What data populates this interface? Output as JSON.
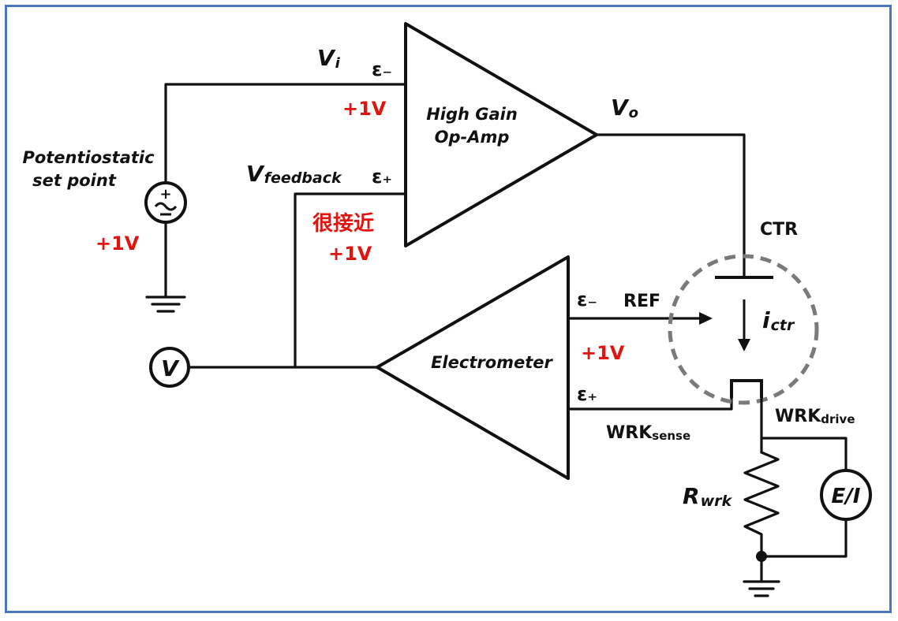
{
  "accent_red": "#e0150f",
  "frame_color": "#4a78c0",
  "opamp": {
    "label_line1": "High Gain",
    "label_line2": "Op-Amp",
    "in_minus": "ε₋",
    "in_plus": "ε₊"
  },
  "electrometer": {
    "label": "Electrometer",
    "in_minus": "ε₋",
    "in_plus": "ε₊"
  },
  "source": {
    "label_line1": "Potentiostatic",
    "label_line2": "set point",
    "symbol_icon": "ac-voltage-source-icon"
  },
  "voltmeter": {
    "label": "V"
  },
  "meter_ei": {
    "label": "E/I"
  },
  "labels": {
    "vi_main": "V",
    "vi_sub": "i",
    "vo_main": "V",
    "vo_sub": "o",
    "vfb_main": "V",
    "vfb_sub": "feedback",
    "ctr": "CTR",
    "ref": "REF",
    "ictr_main": "i",
    "ictr_sub": "ctr",
    "wrk_sense_main": "WRK",
    "wrk_sense_sub": "sense",
    "wrk_drive_main": "WRK",
    "wrk_drive_sub": "drive",
    "rwrk_main": "R",
    "rwrk_sub": "wrk"
  },
  "annotations": {
    "plus1v_opamp_minus": "+1V",
    "plus1v_source": "+1V",
    "close_to_cn": "很接近",
    "plus1v_close": "+1V",
    "plus1v_ref": "+1V"
  }
}
